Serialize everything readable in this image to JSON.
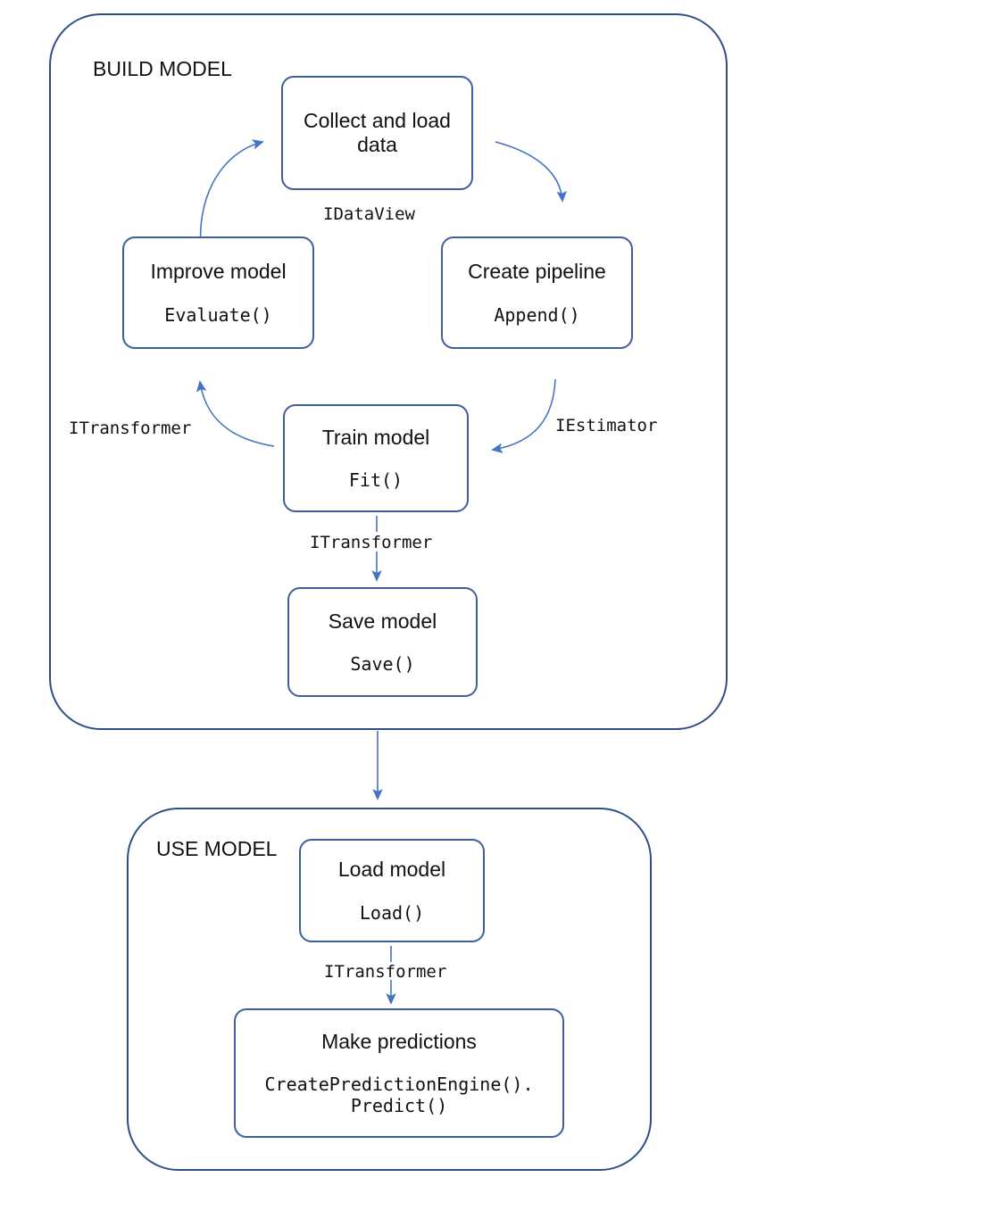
{
  "diagram": {
    "title_hidden": "",
    "colors": {
      "group_border": "#2e4f86",
      "node_border": "#3d5f9e",
      "arrow_thin": "#4573c4",
      "arrow_thick": "#4573c4",
      "text": "#111111",
      "background": "#ffffff"
    }
  },
  "build_model": {
    "caption": "BUILD MODEL",
    "nodes": {
      "collect": {
        "title": "Collect and load\ndata",
        "api": ""
      },
      "create_pipeline": {
        "title": "Create pipeline",
        "api": "Append()"
      },
      "improve": {
        "title": "Improve model",
        "api": "Evaluate()"
      },
      "train": {
        "title": "Train model",
        "api": "Fit()"
      },
      "save": {
        "title": "Save model",
        "api": "Save()"
      }
    },
    "edge_labels": {
      "idataview": "IDataView",
      "iestimator": "IEstimator",
      "itransformer_left": "ITransformer",
      "itransformer_down": "ITransformer"
    }
  },
  "use_model": {
    "caption": "USE MODEL",
    "nodes": {
      "load": {
        "title": "Load model",
        "api": "Load()"
      },
      "predict": {
        "title": "Make predictions",
        "api": "CreatePredictionEngine().\nPredict()"
      }
    },
    "edge_labels": {
      "itransformer": "ITransformer"
    }
  }
}
